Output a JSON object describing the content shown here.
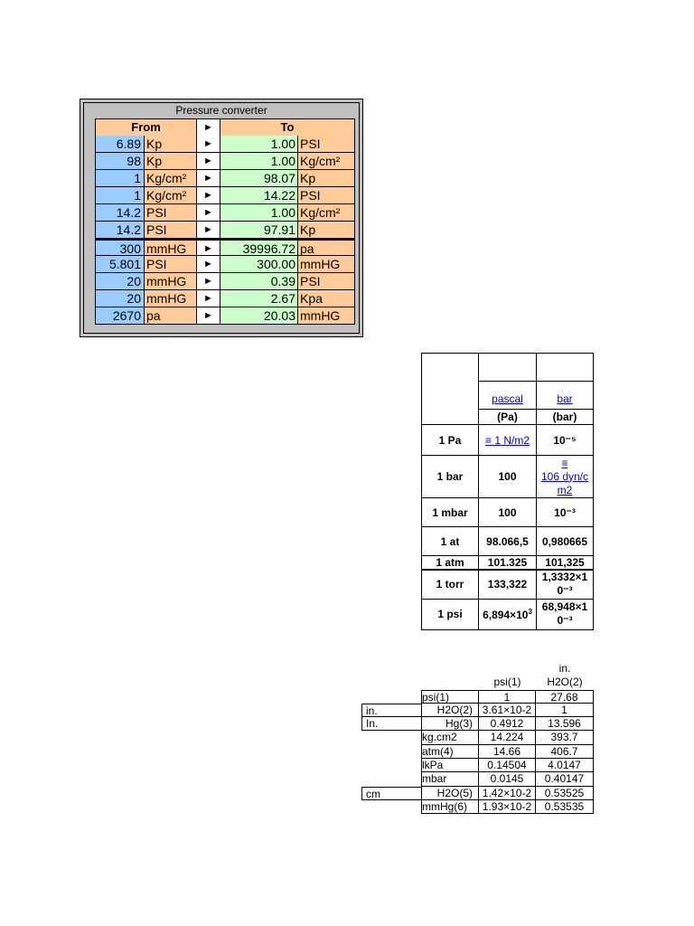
{
  "converter": {
    "title": "Pressure converter",
    "header_from": "From",
    "header_to": "To",
    "arrow": "►",
    "rows": [
      {
        "from_value": "6.89",
        "from_unit": "Kp",
        "to_value": "1.00",
        "to_unit": "PSI"
      },
      {
        "from_value": "98",
        "from_unit": "Kp",
        "to_value": "1.00",
        "to_unit": "Kg/cm²"
      },
      {
        "from_value": "1",
        "from_unit": "Kg/cm²",
        "to_value": "98.07",
        "to_unit": "Kp"
      },
      {
        "from_value": "1",
        "from_unit": "Kg/cm²",
        "to_value": "14.22",
        "to_unit": "PSI"
      },
      {
        "from_value": "14.2",
        "from_unit": "PSI",
        "to_value": "1.00",
        "to_unit": "Kg/cm²"
      },
      {
        "from_value": "14.2",
        "from_unit": "PSI",
        "to_value": "97.91",
        "to_unit": "Kp"
      },
      {
        "from_value": "300",
        "from_unit": "mmHG",
        "to_value": "39996.72",
        "to_unit": "pa"
      },
      {
        "from_value": "5.801",
        "from_unit": "PSI",
        "to_value": "300.00",
        "to_unit": "mmHG"
      },
      {
        "from_value": "20",
        "from_unit": "mmHG",
        "to_value": "0.39",
        "to_unit": "PSI"
      },
      {
        "from_value": "20",
        "from_unit": "mmHG",
        "to_value": "2.67",
        "to_unit": "Kpa"
      },
      {
        "from_value": "2670",
        "from_unit": "pa",
        "to_value": "20.03",
        "to_unit": "mmHG"
      }
    ]
  },
  "units_table": {
    "col_pascal_link": "pascal",
    "col_bar_link": "bar",
    "col_pascal_sym": "(Pa)",
    "col_bar_sym": "(bar)",
    "rows": [
      {
        "label": "1 Pa",
        "pa": "≡ 1 N/m2",
        "bar": "10⁻⁵"
      },
      {
        "label": "1 bar",
        "pa": "100",
        "bar_line1": "≡",
        "bar_line2": "106 dyn/c",
        "bar_line3": "m2"
      },
      {
        "label": "1 mbar",
        "pa": "100",
        "bar": "10⁻³"
      },
      {
        "label": "1 at",
        "pa": "98.066,5",
        "bar": "0,980665"
      },
      {
        "label": "1 atm",
        "pa": "101.325",
        "bar": "101,325"
      },
      {
        "label": "1 torr",
        "pa": "133,322",
        "bar_line1": "1,3332×1",
        "bar_line2": "0⁻³"
      },
      {
        "label": "1 psi",
        "pa_base": "6,894×10",
        "pa_exp": "3",
        "bar_line1": "68,948×1",
        "bar_line2": "0⁻³"
      }
    ]
  },
  "lower_table": {
    "header_psi": "psi(1)",
    "header_h2o_line1": "in.",
    "header_h2o_line2": "H2O(2)",
    "rows": [
      {
        "prefix": "",
        "unit": "psi(1)",
        "psi": "1",
        "h2o": "27.68"
      },
      {
        "prefix": "in.",
        "unit": "H2O(2)",
        "psi": "3.61×10-2",
        "h2o": "1"
      },
      {
        "prefix": "In.",
        "unit": "Hg(3)",
        "psi": "0.4912",
        "h2o": "13.596"
      },
      {
        "prefix": "",
        "unit": "kg.cm2",
        "psi": "14.224",
        "h2o": "393.7"
      },
      {
        "prefix": "",
        "unit": "atm(4)",
        "psi": "14.66",
        "h2o": "406.7"
      },
      {
        "prefix": "",
        "unit": "lkPa",
        "psi": "0.14504",
        "h2o": "4.0147"
      },
      {
        "prefix": "",
        "unit": "mbar",
        "psi": "0.0145",
        "h2o": "0.40147"
      },
      {
        "prefix": "cm",
        "unit": "H2O(5)",
        "psi": "1.42×10-2",
        "h2o": "0.53525"
      },
      {
        "prefix": "",
        "unit": "mmHg(6)",
        "psi": "1.93×10-2",
        "h2o": "0.53535"
      }
    ]
  }
}
